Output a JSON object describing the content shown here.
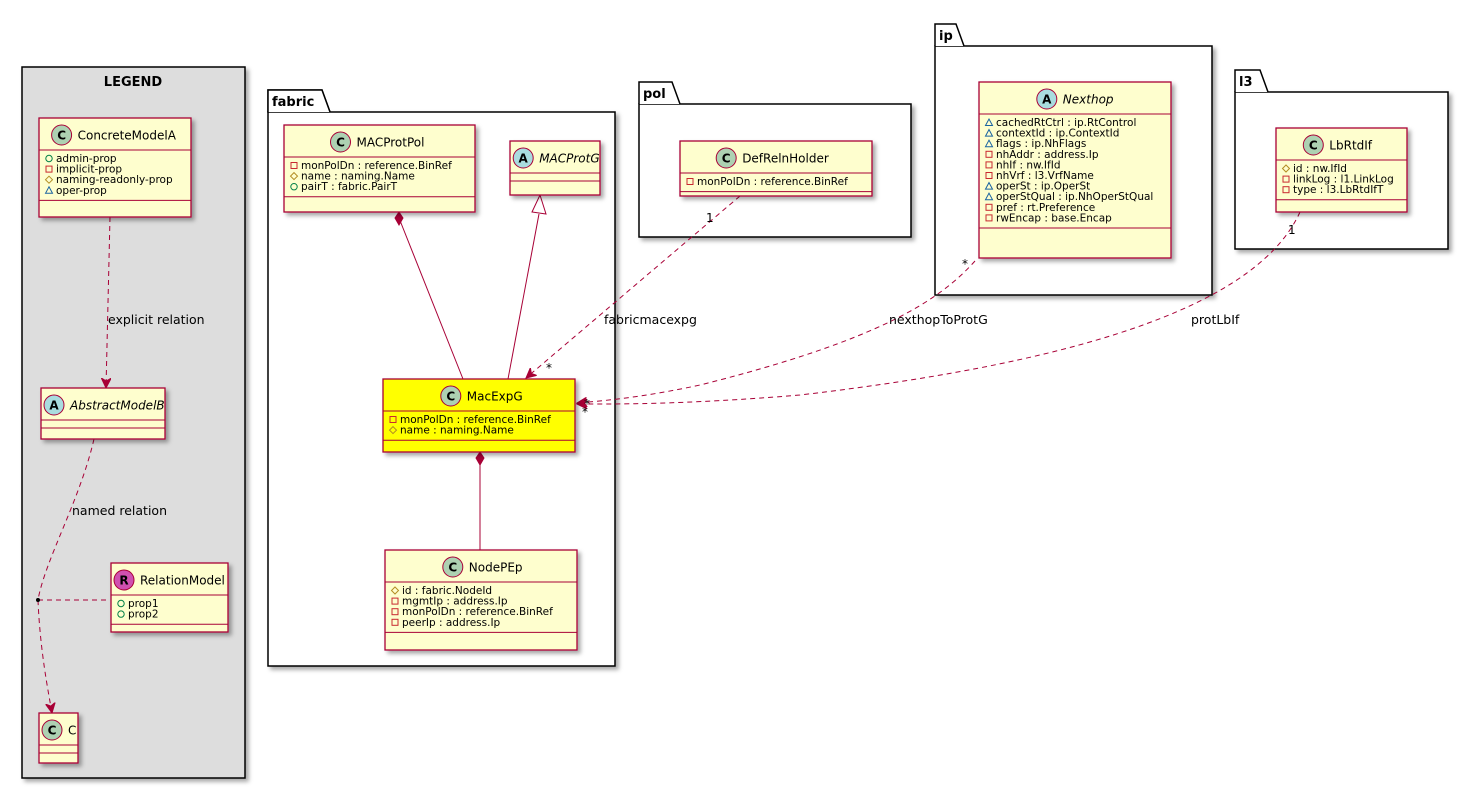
{
  "legend": {
    "title": "LEGEND",
    "concrete": {
      "name": "ConcreteModelA",
      "stereotype": "C",
      "attrs": [
        {
          "vis": "+",
          "text": "admin-prop"
        },
        {
          "vis": "-",
          "text": "implicit-prop"
        },
        {
          "vis": "#",
          "text": "naming-readonly-prop"
        },
        {
          "vis": "~",
          "text": "oper-prop"
        }
      ]
    },
    "abstract": {
      "name": "AbstractModelB",
      "stereotype": "A"
    },
    "relation": {
      "name": "RelationModel",
      "stereotype": "R",
      "attrs": [
        {
          "vis": "+",
          "text": "prop1"
        },
        {
          "vis": "+",
          "text": "prop2"
        }
      ]
    },
    "c": {
      "name": "C",
      "stereotype": "C"
    },
    "explicit_label": "explicit relation",
    "named_label": "named relation"
  },
  "packages": {
    "fabric": "fabric",
    "pol": "pol",
    "ip": "ip",
    "l3": "l3"
  },
  "classes": {
    "macprotpol": {
      "name": "MACProtPol",
      "stereotype": "C",
      "attrs": [
        {
          "vis": "-",
          "text": "monPolDn : reference.BinRef"
        },
        {
          "vis": "#",
          "text": "name : naming.Name"
        },
        {
          "vis": "+",
          "text": "pairT : fabric.PairT"
        }
      ]
    },
    "macprotg": {
      "name": "MACProtG",
      "stereotype": "A",
      "attrs": []
    },
    "macexpg": {
      "name": "MacExpG",
      "stereotype": "C",
      "attrs": [
        {
          "vis": "-",
          "text": "monPolDn : reference.BinRef"
        },
        {
          "vis": "#",
          "text": "name : naming.Name"
        }
      ]
    },
    "nodepep": {
      "name": "NodePEp",
      "stereotype": "C",
      "attrs": [
        {
          "vis": "#",
          "text": "id : fabric.NodeId"
        },
        {
          "vis": "-",
          "text": "mgmtIp : address.Ip"
        },
        {
          "vis": "-",
          "text": "monPolDn : reference.BinRef"
        },
        {
          "vis": "-",
          "text": "peerIp : address.Ip"
        }
      ]
    },
    "defrelnholder": {
      "name": "DefRelnHolder",
      "stereotype": "C",
      "attrs": [
        {
          "vis": "-",
          "text": "monPolDn : reference.BinRef"
        }
      ]
    },
    "nexthop": {
      "name": "Nexthop",
      "stereotype": "A",
      "attrs": [
        {
          "vis": "~",
          "text": "cachedRtCtrl : ip.RtControl"
        },
        {
          "vis": "~",
          "text": "contextId : ip.ContextId"
        },
        {
          "vis": "~",
          "text": "flags : ip.NhFlags"
        },
        {
          "vis": "-",
          "text": "nhAddr : address.Ip"
        },
        {
          "vis": "-",
          "text": "nhIf : nw.IfId"
        },
        {
          "vis": "-",
          "text": "nhVrf : l3.VrfName"
        },
        {
          "vis": "~",
          "text": "operSt : ip.OperSt"
        },
        {
          "vis": "~",
          "text": "operStQual : ip.NhOperStQual"
        },
        {
          "vis": "-",
          "text": "pref : rt.Preference"
        },
        {
          "vis": "-",
          "text": "rwEncap : base.Encap"
        }
      ]
    },
    "lbrtdif": {
      "name": "LbRtdIf",
      "stereotype": "C",
      "attrs": [
        {
          "vis": "#",
          "text": "id : nw.IfId"
        },
        {
          "vis": "-",
          "text": "linkLog : l1.LinkLog"
        },
        {
          "vis": "-",
          "text": "type : l3.LbRtdIfT"
        }
      ]
    }
  },
  "relations": {
    "fabricmacexpg": {
      "label": "fabricmacexpg",
      "src_mult": "1",
      "dst_mult": "*"
    },
    "nexthopToProtG": {
      "label": "nexthopToProtG",
      "src_mult": "*",
      "dst_mult": "*"
    },
    "protLbIf": {
      "label": "protLbIf",
      "src_mult": "1",
      "dst_mult": "*"
    }
  },
  "colors": {
    "class_fill": "#FEFECE",
    "class_border": "#A80036",
    "highlight_fill": "#FFFF00",
    "legend_bg": "#DDDDDD",
    "stereo_C": "#ADD1B2",
    "stereo_A": "#A9DCDF",
    "stereo_R": "#D050B0"
  }
}
